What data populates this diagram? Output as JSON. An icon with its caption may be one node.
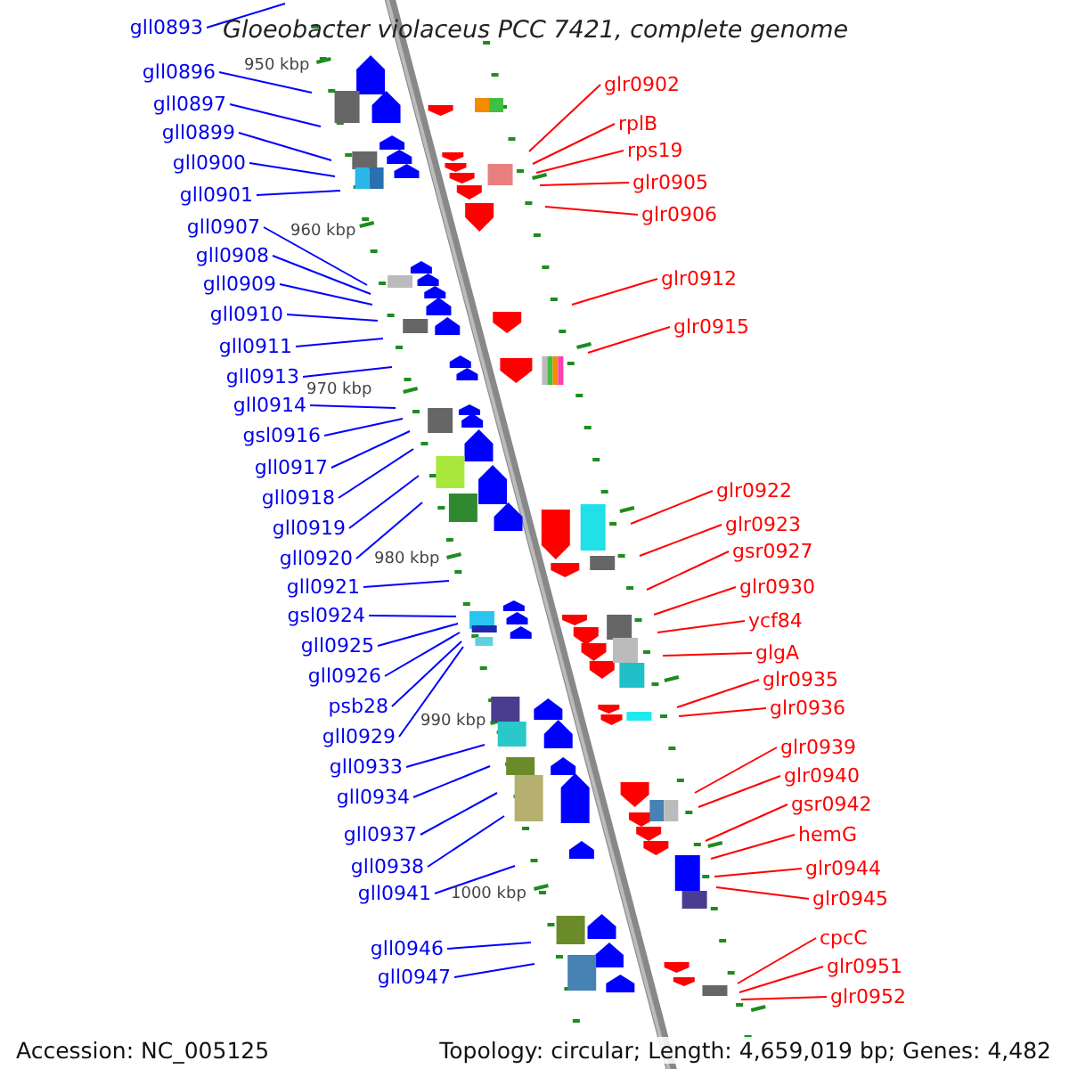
{
  "diagram": {
    "title": "Gloeobacter violaceus PCC 7421, complete genome",
    "nodes": [
      {
        "text": [
          "gll0893"
        ]
      },
      {
        "text": [
          "gll0896"
        ]
      },
      {
        "text": [
          "gll0897"
        ]
      },
      {
        "text": [
          "gll0899"
        ]
      },
      {
        "text": [
          "gll0900"
        ]
      },
      {
        "text": [
          "gll0901"
        ]
      },
      {
        "text": [
          "gll0907"
        ]
      },
      {
        "text": [
          "gll0908"
        ]
      },
      {
        "text": [
          "gll0909"
        ]
      },
      {
        "text": [
          "gll0910"
        ]
      },
      {
        "text": [
          "gll0911"
        ]
      },
      {
        "text": [
          "gll0913"
        ]
      },
      {
        "text": [
          "gll0914"
        ]
      },
      {
        "text": [
          "gsl0916"
        ]
      },
      {
        "text": [
          "gll0917"
        ]
      },
      {
        "text": [
          "gll0918"
        ]
      },
      {
        "text": [
          "gll0919"
        ]
      },
      {
        "text": [
          "gll0920"
        ]
      },
      {
        "text": [
          "gll0921"
        ]
      },
      {
        "text": [
          "gsl0924"
        ]
      },
      {
        "text": [
          "gll0925"
        ]
      },
      {
        "text": [
          "gll0926"
        ]
      },
      {
        "text": [
          "psb28"
        ]
      },
      {
        "text": [
          "gll0929"
        ]
      },
      {
        "text": [
          "gll0933"
        ]
      },
      {
        "text": [
          "gll0934"
        ]
      },
      {
        "text": [
          "gll0937"
        ]
      },
      {
        "text": [
          "gll0938"
        ]
      },
      {
        "text": [
          "gll0941"
        ]
      },
      {
        "text": [
          "gll0946"
        ]
      },
      {
        "text": [
          "gll0947"
        ]
      },
      {
        "text": [
          "glr0902"
        ]
      },
      {
        "text": [
          "rplB"
        ]
      },
      {
        "text": [
          "rps19"
        ]
      },
      {
        "text": [
          "glr0905"
        ]
      },
      {
        "text": [
          "glr0906"
        ]
      },
      {
        "text": [
          "glr0912"
        ]
      },
      {
        "text": [
          "glr0915"
        ]
      },
      {
        "text": [
          "glr0922"
        ]
      },
      {
        "text": [
          "glr0923"
        ]
      },
      {
        "text": [
          "gsr0927"
        ]
      },
      {
        "text": [
          "glr0930"
        ]
      },
      {
        "text": [
          "ycf84"
        ]
      },
      {
        "text": [
          "glgA"
        ]
      },
      {
        "text": [
          "glr0935"
        ]
      },
      {
        "text": [
          "glr0936"
        ]
      },
      {
        "text": [
          "glr0939"
        ]
      },
      {
        "text": [
          "glr0940"
        ]
      },
      {
        "text": [
          "gsr0942"
        ]
      },
      {
        "text": [
          "hemG"
        ]
      },
      {
        "text": [
          "glr0944"
        ]
      },
      {
        "text": [
          "glr0945"
        ]
      },
      {
        "text": [
          "cpcC"
        ]
      },
      {
        "text": [
          "glr0951"
        ]
      },
      {
        "text": [
          "glr0952"
        ]
      }
    ],
    "edges": [
      {
        "from": 0,
        "to": null,
        "arrow": "none"
      },
      {
        "from": 1,
        "to": null,
        "arrow": "none"
      },
      {
        "from": 2,
        "to": null,
        "arrow": "none"
      },
      {
        "from": 3,
        "to": null,
        "arrow": "none"
      },
      {
        "from": 4,
        "to": null,
        "arrow": "none"
      },
      {
        "from": 5,
        "to": null,
        "arrow": "none"
      },
      {
        "from": 6,
        "to": null,
        "arrow": "none"
      },
      {
        "from": 7,
        "to": null,
        "arrow": "none"
      },
      {
        "from": 8,
        "to": null,
        "arrow": "none"
      },
      {
        "from": 9,
        "to": null,
        "arrow": "none"
      },
      {
        "from": 10,
        "to": null,
        "arrow": "none"
      },
      {
        "from": 11,
        "to": null,
        "arrow": "none"
      },
      {
        "from": 12,
        "to": null,
        "arrow": "none"
      },
      {
        "from": 13,
        "to": null,
        "arrow": "none"
      },
      {
        "from": 14,
        "to": null,
        "arrow": "none"
      },
      {
        "from": 15,
        "to": null,
        "arrow": "none"
      },
      {
        "from": 16,
        "to": null,
        "arrow": "none"
      },
      {
        "from": 17,
        "to": null,
        "arrow": "none"
      },
      {
        "from": 18,
        "to": null,
        "arrow": "none"
      },
      {
        "from": 19,
        "to": null,
        "arrow": "none"
      },
      {
        "from": 20,
        "to": null,
        "arrow": "none"
      },
      {
        "from": 21,
        "to": null,
        "arrow": "none"
      },
      {
        "from": 22,
        "to": null,
        "arrow": "none"
      },
      {
        "from": 23,
        "to": null,
        "arrow": "none"
      },
      {
        "from": 24,
        "to": null,
        "arrow": "none"
      },
      {
        "from": 25,
        "to": null,
        "arrow": "none"
      },
      {
        "from": 26,
        "to": null,
        "arrow": "none"
      },
      {
        "from": 27,
        "to": null,
        "arrow": "none"
      },
      {
        "from": 28,
        "to": null,
        "arrow": "none"
      },
      {
        "from": 29,
        "to": null,
        "arrow": "none"
      },
      {
        "from": 30,
        "to": null,
        "arrow": "none"
      },
      {
        "from": 31,
        "to": null,
        "arrow": "none",
        "color": "#ff0000"
      },
      {
        "from": 32,
        "to": null,
        "arrow": "none",
        "color": "#ff0000"
      },
      {
        "from": 33,
        "to": null,
        "arrow": "none",
        "color": "#ff0000"
      },
      {
        "from": 34,
        "to": null,
        "arrow": "none",
        "color": "#ff0000"
      },
      {
        "from": 35,
        "to": null,
        "arrow": "none",
        "color": "#ff0000"
      },
      {
        "from": 36,
        "to": null,
        "arrow": "none",
        "color": "#ff0000"
      },
      {
        "from": 37,
        "to": null,
        "arrow": "none",
        "color": "#ff0000"
      },
      {
        "from": 38,
        "to": null,
        "arrow": "none",
        "color": "#ff0000"
      },
      {
        "from": 39,
        "to": null,
        "arrow": "none",
        "color": "#ff0000"
      },
      {
        "from": 40,
        "to": null,
        "arrow": "none",
        "color": "#ff0000"
      },
      {
        "from": 41,
        "to": null,
        "arrow": "none",
        "color": "#ff0000"
      },
      {
        "from": 42,
        "to": null,
        "arrow": "none",
        "color": "#ff0000"
      },
      {
        "from": 43,
        "to": null,
        "arrow": "none",
        "color": "#ff0000"
      },
      {
        "from": 44,
        "to": null,
        "arrow": "none",
        "color": "#ff0000"
      },
      {
        "from": 45,
        "to": null,
        "arrow": "none",
        "color": "#ff0000"
      },
      {
        "from": 46,
        "to": null,
        "arrow": "none",
        "color": "#ff0000"
      },
      {
        "from": 47,
        "to": null,
        "arrow": "none",
        "color": "#ff0000"
      },
      {
        "from": 48,
        "to": null,
        "arrow": "none",
        "color": "#ff0000"
      },
      {
        "from": 49,
        "to": null,
        "arrow": "none",
        "color": "#ff0000"
      },
      {
        "from": 50,
        "to": null,
        "arrow": "none",
        "color": "#ff0000"
      },
      {
        "from": 51,
        "to": null,
        "arrow": "none",
        "color": "#ff0000"
      },
      {
        "from": 52,
        "to": null,
        "arrow": "none",
        "color": "#ff0000"
      },
      {
        "from": 53,
        "to": null,
        "arrow": "none",
        "color": "#ff0000"
      },
      {
        "from": 54,
        "to": null,
        "arrow": "none",
        "color": "#ff0000"
      }
    ],
    "labels": [
      "950 kbp",
      "960 kbp",
      "970 kbp",
      "980 kbp",
      "990 kbp",
      "1000 kbp",
      "Accession: NC_005125",
      "Topology: circular; Length: 4,659,019 bp; Genes: 4,482"
    ]
  }
}
